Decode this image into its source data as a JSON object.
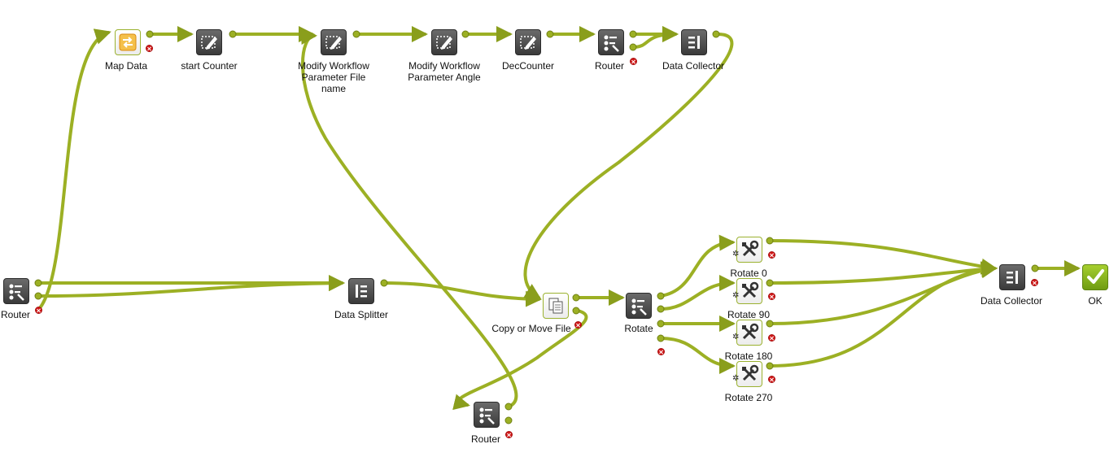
{
  "nodes": {
    "map_data": "Map Data",
    "start_counter": "start  Counter",
    "modify_file_name": "Modify Workflow Parameter File name",
    "modify_angle": "Modify Workflow Parameter Angle",
    "dec_counter": "DecCounter",
    "router_top": "Router",
    "data_collector_top": "Data Collector",
    "router_left": "Router",
    "data_splitter": "Data Splitter",
    "copy_move": "Copy or Move File",
    "rotate_router": "Rotate",
    "router_bottom": "Router",
    "rotate_0": "Rotate 0",
    "rotate_90": "Rotate 90",
    "rotate_180": "Rotate 180",
    "rotate_270": "Rotate 270",
    "data_collector_right": "Data Collector",
    "ok": "OK"
  },
  "labels": {
    "modify_file_name_lines": [
      "Modify Workflow",
      "Parameter File",
      "name"
    ],
    "modify_angle_lines": [
      "Modify Workflow",
      "Parameter Angle"
    ]
  },
  "icons": {
    "map_data": "map-data-icon",
    "modify": "pencil-script-icon",
    "router": "router-icon",
    "collector": "data-collector-icon",
    "splitter": "data-splitter-icon",
    "copy": "copy-file-icon",
    "tools": "tools-icon",
    "ok": "checkmark-icon",
    "error": "error-x-icon"
  },
  "colors": {
    "connection": "#9cb024",
    "connection_dark": "#6f8012",
    "node_dark": "#4a4a4a",
    "error": "#d31818",
    "ok": "#7fb21c"
  }
}
